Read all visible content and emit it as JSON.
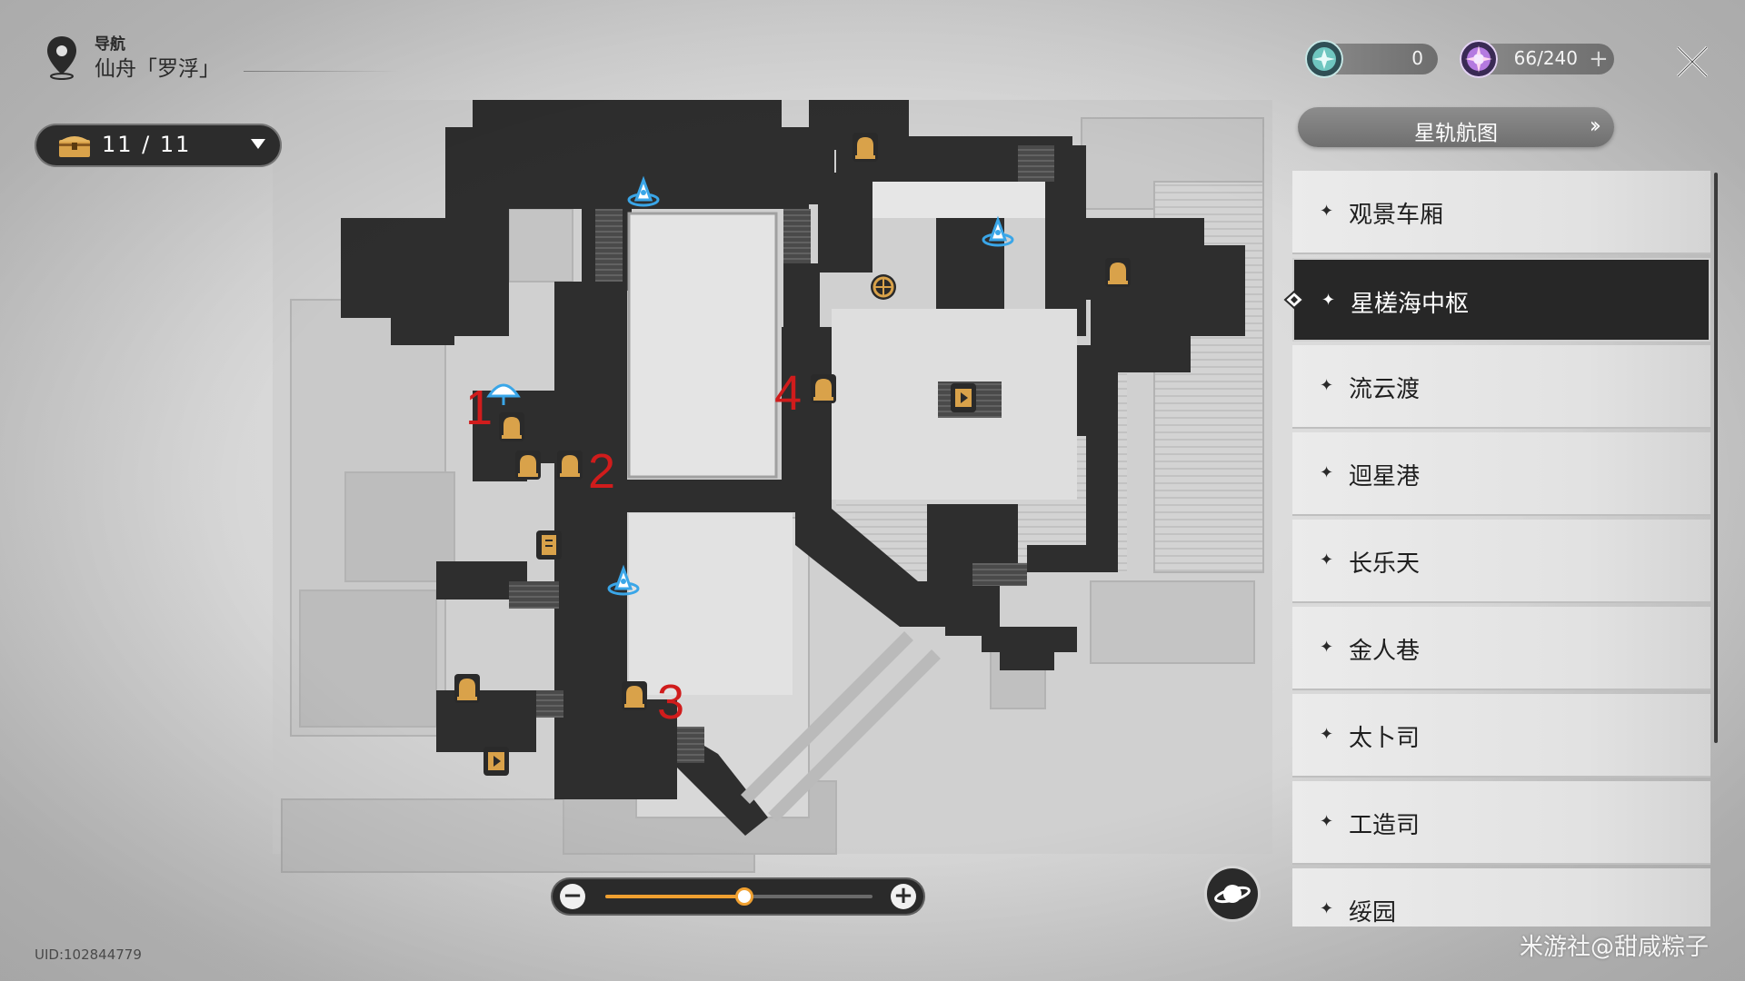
{
  "navigation": {
    "label": "导航",
    "region": "仙舟「罗浮」"
  },
  "chest": {
    "count": "11 / 11",
    "icon": "treasure-chest-icon"
  },
  "resources": [
    {
      "name": "stellar-jade-icon",
      "value": "0",
      "color": "#6fc6c0"
    },
    {
      "name": "trailblaze-power-icon",
      "value": "66/240",
      "color": "#b47ae0",
      "plus": "+"
    }
  ],
  "route_button": {
    "label": "星轨航图"
  },
  "menu": {
    "active_index": 1,
    "items": [
      {
        "label": "观景车厢"
      },
      {
        "label": "星槎海中枢"
      },
      {
        "label": "流云渡"
      },
      {
        "label": "迴星港"
      },
      {
        "label": "长乐天"
      },
      {
        "label": "金人巷"
      },
      {
        "label": "太卜司"
      },
      {
        "label": "工造司"
      },
      {
        "label": "绥园"
      }
    ]
  },
  "zoom": {
    "level": 0.52,
    "minus": "−",
    "plus": "+"
  },
  "annotations": [
    "1",
    "2",
    "3",
    "4"
  ],
  "uid": "UID:102844779",
  "watermark": "米游社@甜咸粽子",
  "colors": {
    "corridor": "#2e2e2e",
    "marker_gold": "#d9a24a",
    "marker_blue": "#3aa6e8",
    "annotation": "#d01c1c"
  },
  "map_markers": [
    {
      "name": "space-anchor-icon"
    },
    {
      "name": "space-anchor-icon"
    },
    {
      "name": "space-anchor-icon"
    },
    {
      "name": "bell-chest-icon"
    },
    {
      "name": "bell-chest-icon"
    },
    {
      "name": "bell-chest-icon"
    },
    {
      "name": "bell-chest-icon"
    },
    {
      "name": "bell-chest-icon"
    },
    {
      "name": "bell-chest-icon"
    },
    {
      "name": "bell-chest-icon"
    },
    {
      "name": "bell-chest-icon"
    },
    {
      "name": "shop-icon"
    },
    {
      "name": "shop-icon"
    },
    {
      "name": "wheel-icon"
    },
    {
      "name": "scroll-icon"
    },
    {
      "name": "umbrella-icon"
    }
  ]
}
